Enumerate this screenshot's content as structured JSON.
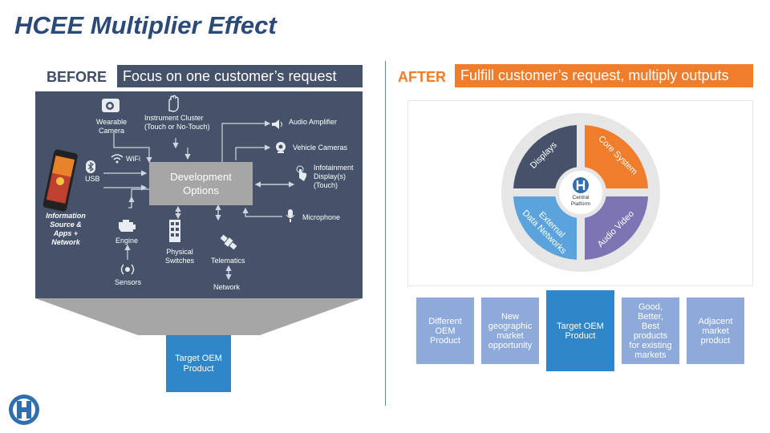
{
  "title": "HCEE Multiplier Effect",
  "before": {
    "label": "BEFORE",
    "banner": "Focus on one customer’s request",
    "labels": {
      "wearable_camera": "Wearable\nCamera",
      "instrument_cluster": "Instrument Cluster\n(Touch or No-Touch)",
      "audio_amplifier": "Audio Amplifier",
      "wifi": "WiFi",
      "vehicle_cameras": "Vehicle Cameras",
      "usb": "USB",
      "development_options": "Development\nOptions",
      "infotainment": "Infotainment\nDisplay(s)\n(Touch)",
      "information_source": "Information\nSource &\nApps +\nNetwork",
      "microphone": "Microphone",
      "engine": "Engine",
      "physical_switches": "Physical\nSwitches",
      "telematics": "Telematics",
      "sensors": "Sensors",
      "network": "Network"
    },
    "target": "Target OEM\nProduct"
  },
  "after": {
    "label": "AFTER",
    "banner": "Fulfill customer’s request, multiply outputs",
    "wheel": {
      "segments": [
        "Displays",
        "Core System",
        "Audio Video",
        "External\nData Networks"
      ],
      "center": "Central\nPlatform"
    },
    "outputs": [
      "Different\nOEM\nProduct",
      "New\ngeographic\nmarket\nopportunity",
      "Target OEM\nProduct",
      "Good,\nBetter,\nBest\nproducts\nfor existing\nmarkets",
      "Adjacent\nmarket\nproduct"
    ]
  },
  "colors": {
    "panel": "#45526a",
    "accent_orange": "#ef7d2c",
    "target_blue": "#2f86c8",
    "output_light_blue": "#8eaadb",
    "seg_dark": "#45526a",
    "seg_orange": "#ef7d2c",
    "seg_blue": "#5ba3dc",
    "seg_purple": "#7d75b3"
  }
}
